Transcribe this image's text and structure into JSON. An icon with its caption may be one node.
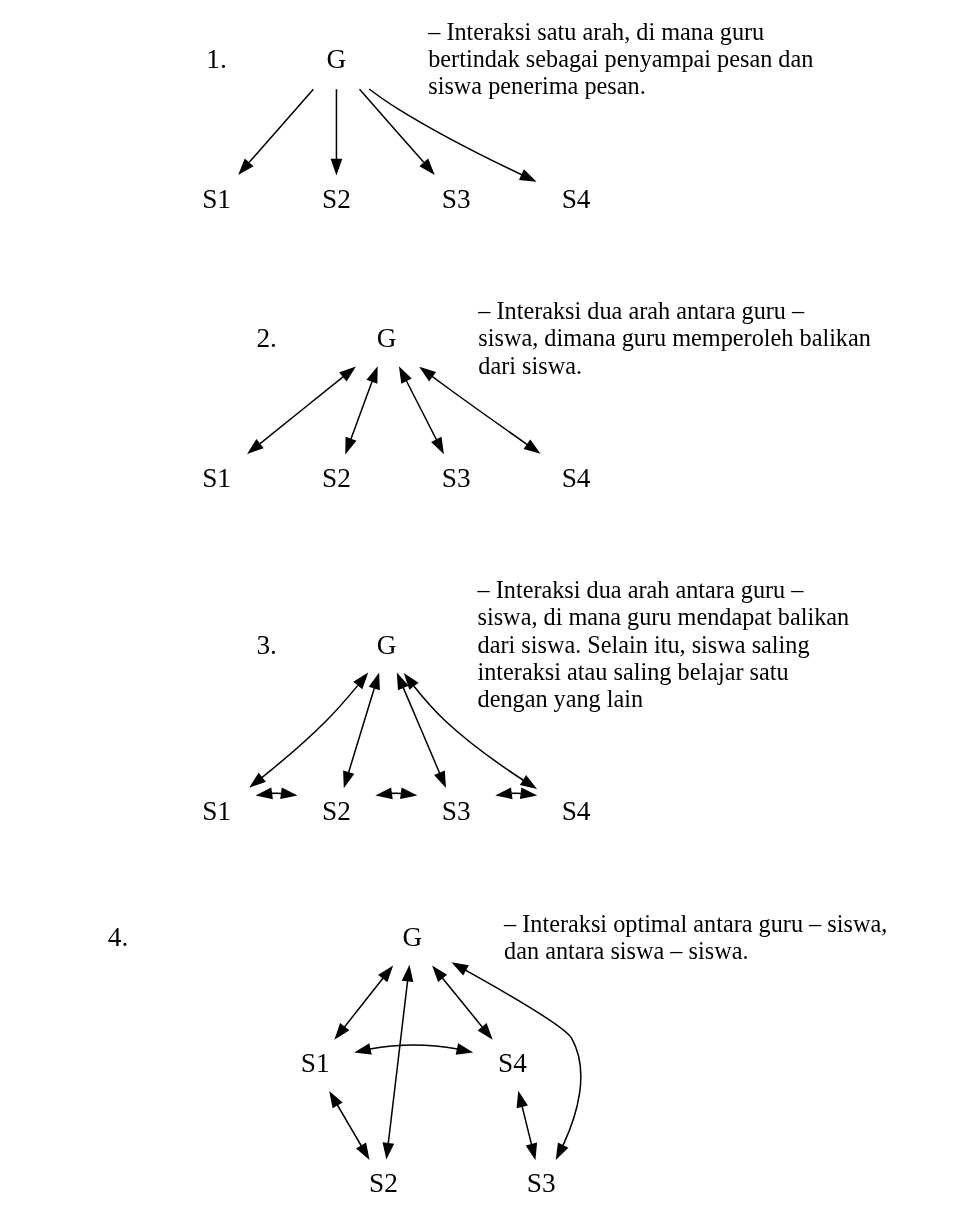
{
  "diagram": {
    "nodes": [
      {
        "text": [
          "G"
        ]
      },
      {
        "text": [
          "S1"
        ]
      },
      {
        "text": [
          "S2"
        ]
      },
      {
        "text": [
          "S3"
        ]
      },
      {
        "text": [
          "S4"
        ]
      },
      {
        "text": [
          "G"
        ]
      },
      {
        "text": [
          "S1"
        ]
      },
      {
        "text": [
          "S2"
        ]
      },
      {
        "text": [
          "S3"
        ]
      },
      {
        "text": [
          "S4"
        ]
      },
      {
        "text": [
          "G"
        ]
      },
      {
        "text": [
          "S1"
        ]
      },
      {
        "text": [
          "S2"
        ]
      },
      {
        "text": [
          "S3"
        ]
      },
      {
        "text": [
          "S4"
        ]
      },
      {
        "text": [
          "G"
        ]
      },
      {
        "text": [
          "S1"
        ]
      },
      {
        "text": [
          "S4"
        ]
      },
      {
        "text": [
          "S2"
        ]
      },
      {
        "text": [
          "S3"
        ]
      }
    ],
    "edges": [
      {
        "from": 0,
        "to": 1,
        "arrow": "to"
      },
      {
        "from": 0,
        "to": 2,
        "arrow": "to"
      },
      {
        "from": 0,
        "to": 3,
        "arrow": "to"
      },
      {
        "from": 0,
        "to": 4,
        "arrow": "to"
      },
      {
        "from": 5,
        "to": 6,
        "arrow": "both"
      },
      {
        "from": 5,
        "to": 7,
        "arrow": "both"
      },
      {
        "from": 5,
        "to": 8,
        "arrow": "both"
      },
      {
        "from": 5,
        "to": 9,
        "arrow": "both"
      },
      {
        "from": 10,
        "to": 11,
        "arrow": "both"
      },
      {
        "from": 10,
        "to": 12,
        "arrow": "both"
      },
      {
        "from": 10,
        "to": 13,
        "arrow": "both"
      },
      {
        "from": 10,
        "to": 14,
        "arrow": "both"
      },
      {
        "from": 11,
        "to": 12,
        "arrow": "both"
      },
      {
        "from": 12,
        "to": 13,
        "arrow": "both"
      },
      {
        "from": 13,
        "to": 14,
        "arrow": "both"
      },
      {
        "from": 15,
        "to": 16,
        "arrow": "both"
      },
      {
        "from": 15,
        "to": 17,
        "arrow": "both"
      },
      {
        "from": 16,
        "to": 17,
        "arrow": "both"
      },
      {
        "from": 15,
        "to": 18,
        "arrow": "both"
      },
      {
        "from": 15,
        "to": 19,
        "arrow": "both"
      },
      {
        "from": 16,
        "to": 18,
        "arrow": "both"
      },
      {
        "from": 17,
        "to": 19,
        "arrow": "both"
      }
    ],
    "labels": [
      "1.",
      "– Interaksi satu arah, di mana guru bertindak sebagai penyampai pesan dan siswa penerima pesan.",
      "2.",
      "– Interaksi dua arah antara guru – siswa, dimana guru memperoleh balikan dari siswa.",
      "3.",
      "– Interaksi dua arah antara guru – siswa, di mana guru mendapat balikan dari siswa. Selain itu, siswa saling interaksi atau saling belajar satu dengan yang lain",
      "4.",
      "– Interaksi optimal antara guru – siswa, dan antara siswa – siswa."
    ]
  }
}
